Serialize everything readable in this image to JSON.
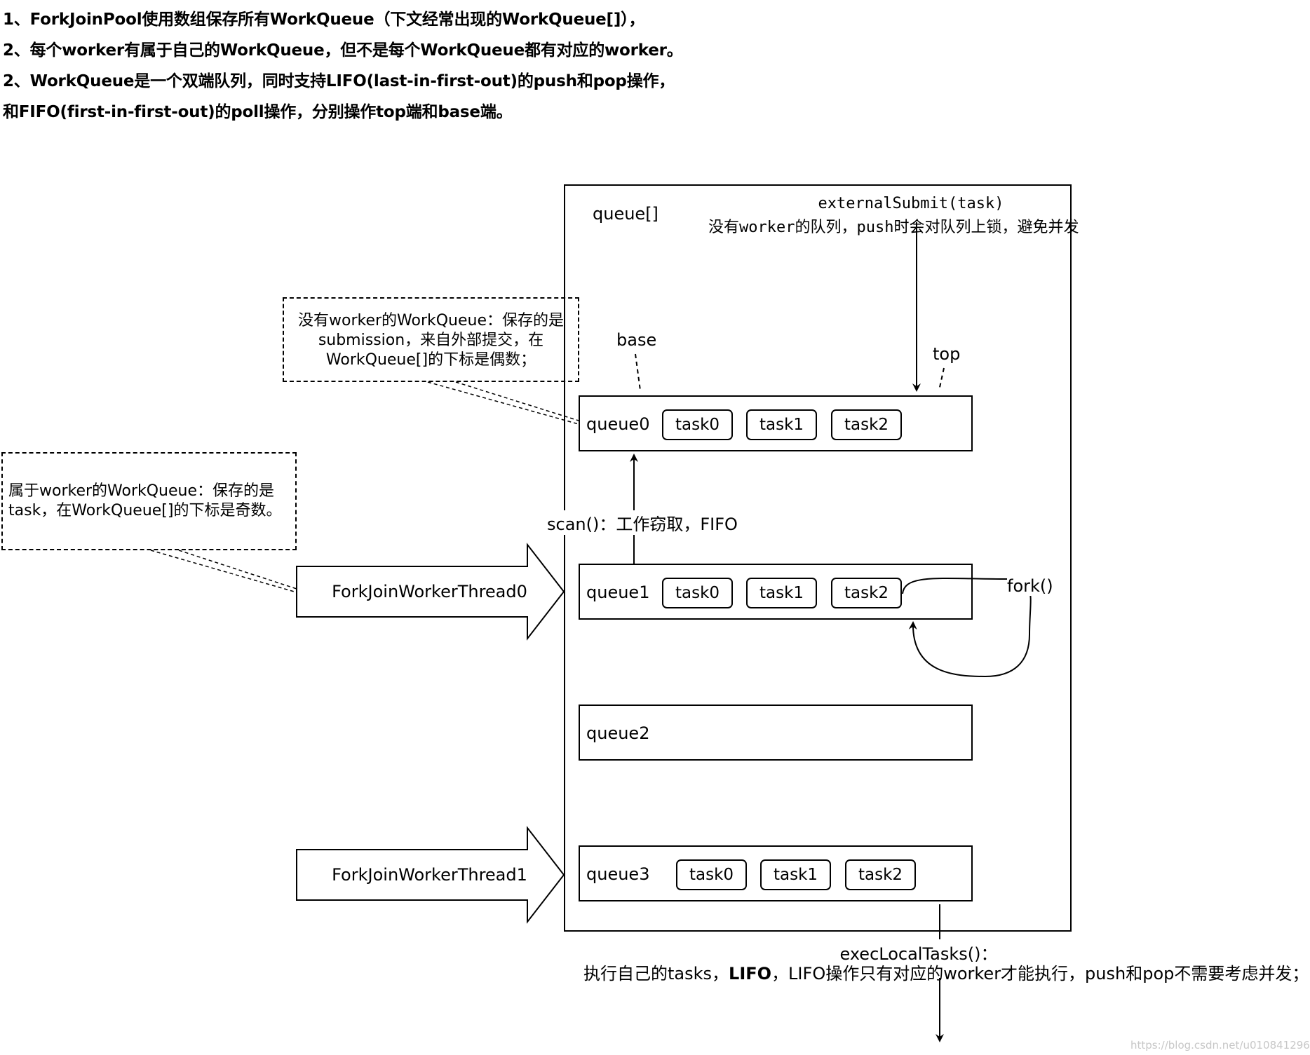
{
  "intro": {
    "line1": "1、ForkJoinPool使用数组保存所有WorkQueue（下文经常出现的WorkQueue[]），",
    "line2": "2、每个worker有属于自己的WorkQueue，但不是每个WorkQueue都有对应的worker。",
    "line3": "2、WorkQueue是一个双端队列，同时支持LIFO(last-in-first-out)的push和pop操作，",
    "line4": "和FIFO(first-in-first-out)的poll操作，分别操作top端和base端。"
  },
  "container": {
    "label": "queue[]"
  },
  "external_submit": {
    "title": "externalSubmit(task)",
    "desc": "没有worker的队列，push时会对队列上锁，避免并发"
  },
  "notes": {
    "no_worker": {
      "line1": "没有worker的WorkQueue：保存的是",
      "line2": "submission，来自外部提交，在",
      "line3": "WorkQueue[]的下标是偶数；"
    },
    "has_worker": {
      "line1": "属于worker的WorkQueue：保存的是",
      "line2": "task，在WorkQueue[]的下标是奇数。"
    }
  },
  "labels": {
    "base": "base",
    "top": "top",
    "scan": "scan()：工作窃取，FIFO",
    "fork": "fork()"
  },
  "queues": [
    {
      "name": "queue0",
      "tasks": [
        "task0",
        "task1",
        "task2"
      ]
    },
    {
      "name": "queue1",
      "tasks": [
        "task0",
        "task1",
        "task2"
      ]
    },
    {
      "name": "queue2",
      "tasks": []
    },
    {
      "name": "queue3",
      "tasks": [
        "task0",
        "task1",
        "task2"
      ]
    }
  ],
  "threads": [
    "ForkJoinWorkerThread0",
    "ForkJoinWorkerThread1"
  ],
  "exec_local": {
    "title": "execLocalTasks()：",
    "desc_prefix": "执行自己的tasks，",
    "desc_bold": "LIFO",
    "desc_suffix": "，LIFO操作只有对应的worker才能执行，push和pop不需要考虑并发；"
  },
  "watermark": "https://blog.csdn.net/u010841296"
}
